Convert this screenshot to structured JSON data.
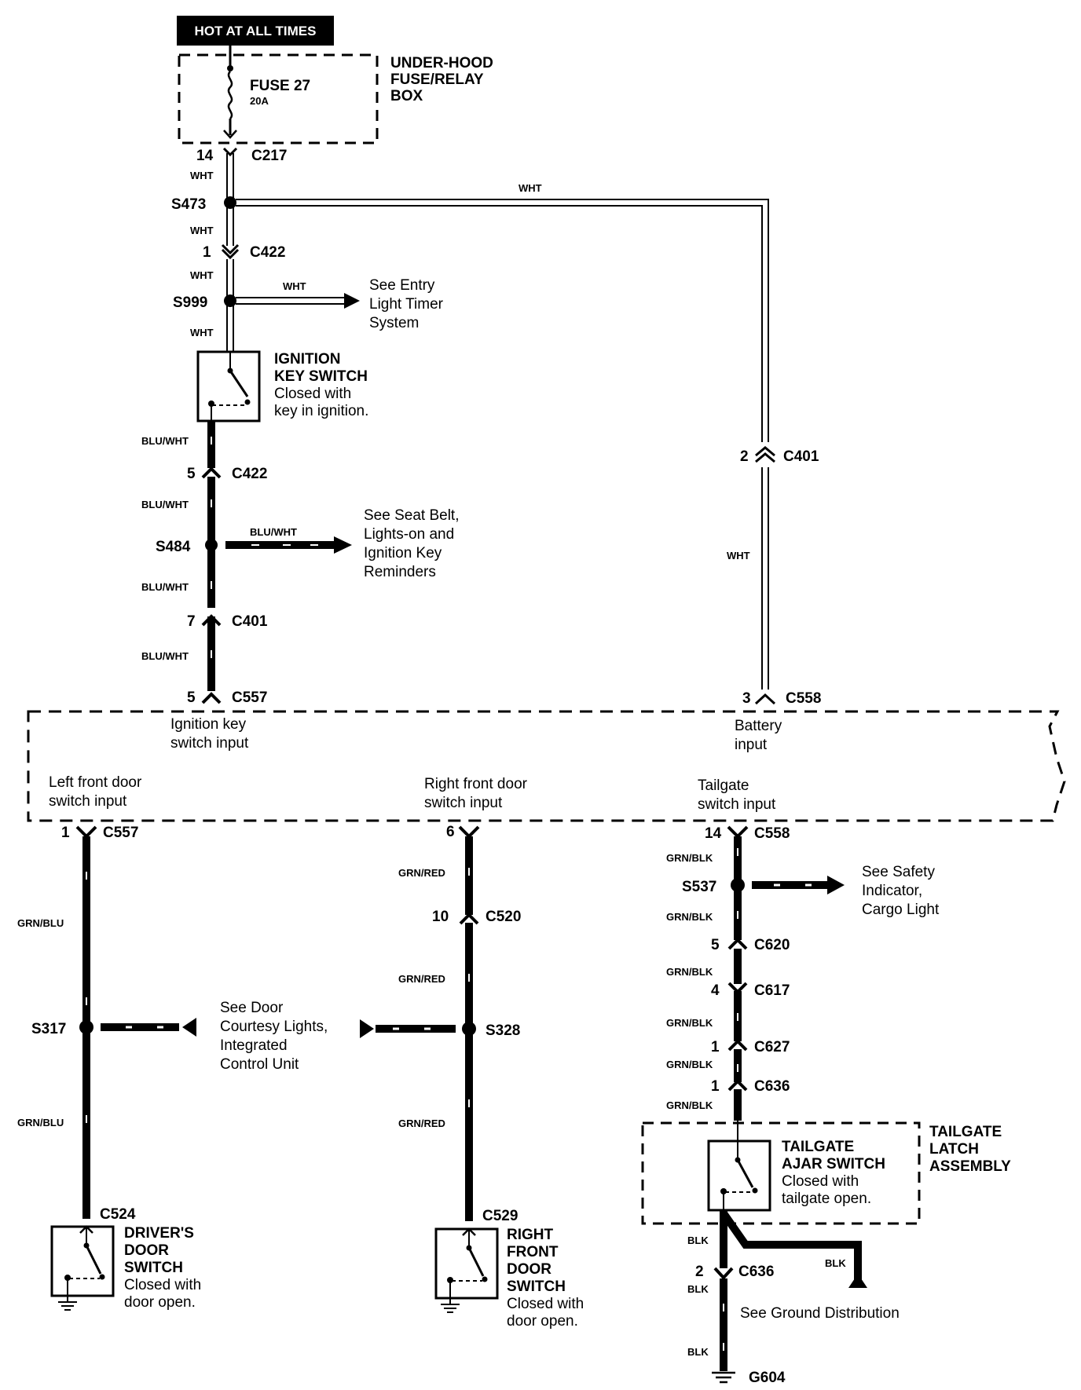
{
  "header": {
    "hot_label": "HOT AT ALL TIMES"
  },
  "fuse_box": {
    "fuse_name": "FUSE 27",
    "fuse_rating": "20A",
    "box_line1": "UNDER-HOOD",
    "box_line2": "FUSE/RELAY",
    "box_line3": "BOX"
  },
  "wire_colors": {
    "wht": "WHT",
    "blu_wht": "BLU/WHT",
    "grn_blu": "GRN/BLU",
    "grn_red": "GRN/RED",
    "grn_blk": "GRN/BLK",
    "blk": "BLK"
  },
  "connectors": {
    "c217": "C217",
    "c422": "C422",
    "c401": "C401",
    "c557": "C557",
    "c558": "C558",
    "c520": "C520",
    "c620": "C620",
    "c617": "C617",
    "c627": "C627",
    "c636": "C636",
    "c524": "C524",
    "c529": "C529"
  },
  "pins": {
    "p14": "14",
    "p1": "1",
    "p5": "5",
    "p7": "7",
    "p2": "2",
    "p3": "3",
    "p6": "6",
    "p10": "10",
    "p4": "4"
  },
  "splices": {
    "s473": "S473",
    "s999": "S999",
    "s484": "S484",
    "s317": "S317",
    "s328": "S328",
    "s537": "S537",
    "g604": "G604"
  },
  "references": {
    "entry_1": "See Entry",
    "entry_2": "Light Timer",
    "entry_3": "System",
    "seat_1": "See Seat Belt,",
    "seat_2": "Lights-on and",
    "seat_3": "Ignition Key",
    "seat_4": "Reminders",
    "door_1": "See Door",
    "door_2": "Courtesy Lights,",
    "door_3": "Integrated",
    "door_4": "Control Unit",
    "safety_1": "See Safety",
    "safety_2": "Indicator,",
    "safety_3": "Cargo Light",
    "ground": "See Ground Distribution"
  },
  "ignition_switch": {
    "name1": "IGNITION",
    "name2": "KEY SWITCH",
    "desc1": "Closed with",
    "desc2": "key in ignition."
  },
  "control_unit_inputs": {
    "ign_1": "Ignition key",
    "ign_2": "switch input",
    "bat_1": "Battery",
    "bat_2": "input",
    "lf_1": "Left front door",
    "lf_2": "switch input",
    "rf_1": "Right front door",
    "rf_2": "switch input",
    "tg_1": "Tailgate",
    "tg_2": "switch input"
  },
  "drivers_switch": {
    "name1": "DRIVER'S",
    "name2": "DOOR",
    "name3": "SWITCH",
    "desc1": "Closed with",
    "desc2": "door open."
  },
  "right_switch": {
    "name1": "RIGHT",
    "name2": "FRONT",
    "name3": "DOOR",
    "name4": "SWITCH",
    "desc1": "Closed with",
    "desc2": "door open."
  },
  "tailgate_switch": {
    "name1": "TAILGATE",
    "name2": "AJAR SWITCH",
    "desc1": "Closed with",
    "desc2": "tailgate open."
  },
  "tailgate_assembly": {
    "name1": "TAILGATE",
    "name2": "LATCH",
    "name3": "ASSEMBLY"
  }
}
